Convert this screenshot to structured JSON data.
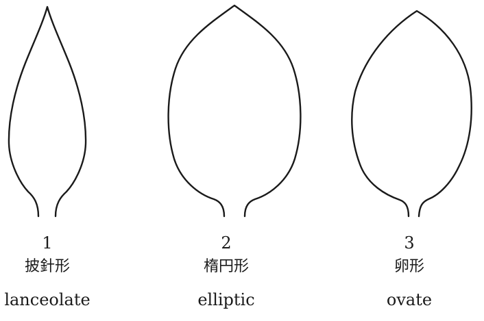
{
  "leaves": [
    {
      "number": "1",
      "japanese": "披針形",
      "english": "lanceolate"
    },
    {
      "number": "2",
      "japanese": "楕円形",
      "english": "elliptic"
    },
    {
      "number": "3",
      "japanese": "卵形",
      "english": "ovate"
    }
  ],
  "colors": {
    "outline": "#1a1a1a",
    "background": "#ffffff"
  }
}
